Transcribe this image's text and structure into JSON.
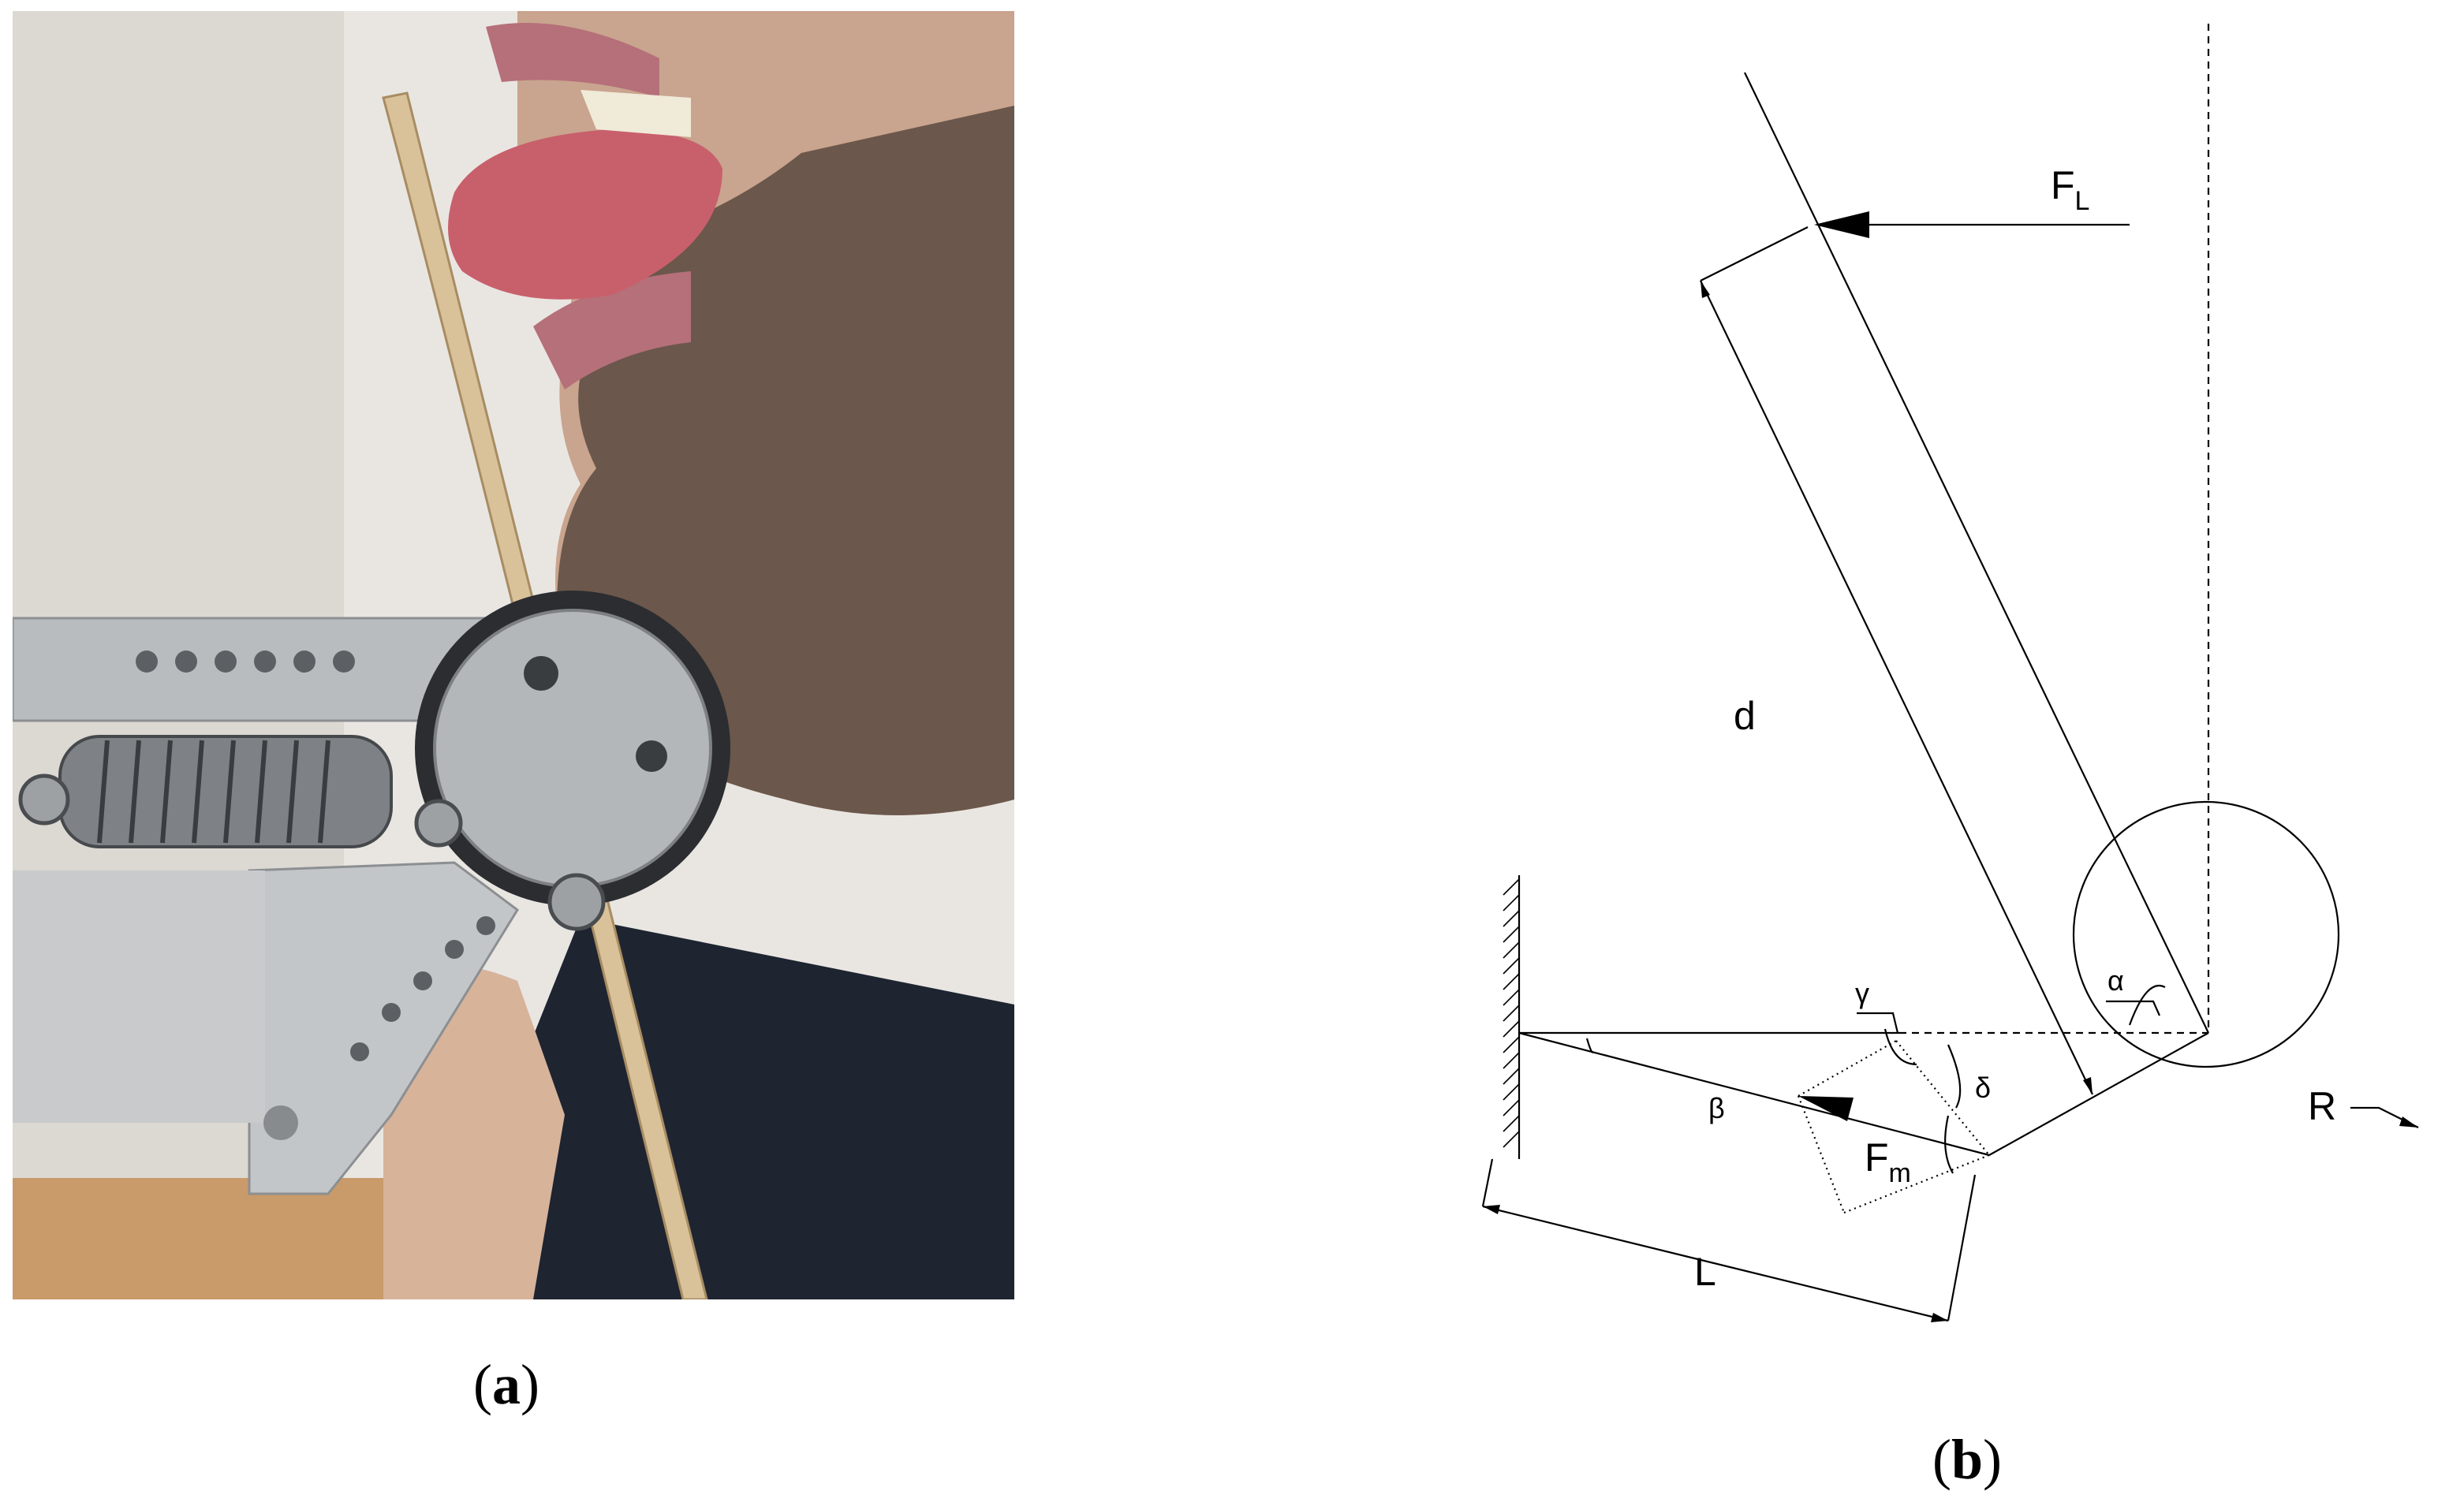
{
  "photo_panel": {
    "caption_open": "(",
    "caption_letter": "a",
    "caption_close": ")"
  },
  "diagram_panel": {
    "caption_open": "(",
    "caption_letter": "b",
    "caption_close": ")",
    "labels": {
      "force_lever": "F",
      "force_lever_sub": "L",
      "distance": "d",
      "alpha": "α",
      "gamma": "γ",
      "beta": "β",
      "delta": "δ",
      "force_muscle": "F",
      "force_muscle_sub": "m",
      "length": "L",
      "radius": "R"
    }
  },
  "colors": {
    "line": "#000000",
    "wall_background": "#e9e6e2",
    "metal": "#b9bcbe",
    "skin": "#c9a48e",
    "beard": "#5a4a40",
    "tongue": "#c8606c",
    "wood": "#d9c29a",
    "shirt": "#1e2430",
    "table": "#c99a6a"
  }
}
